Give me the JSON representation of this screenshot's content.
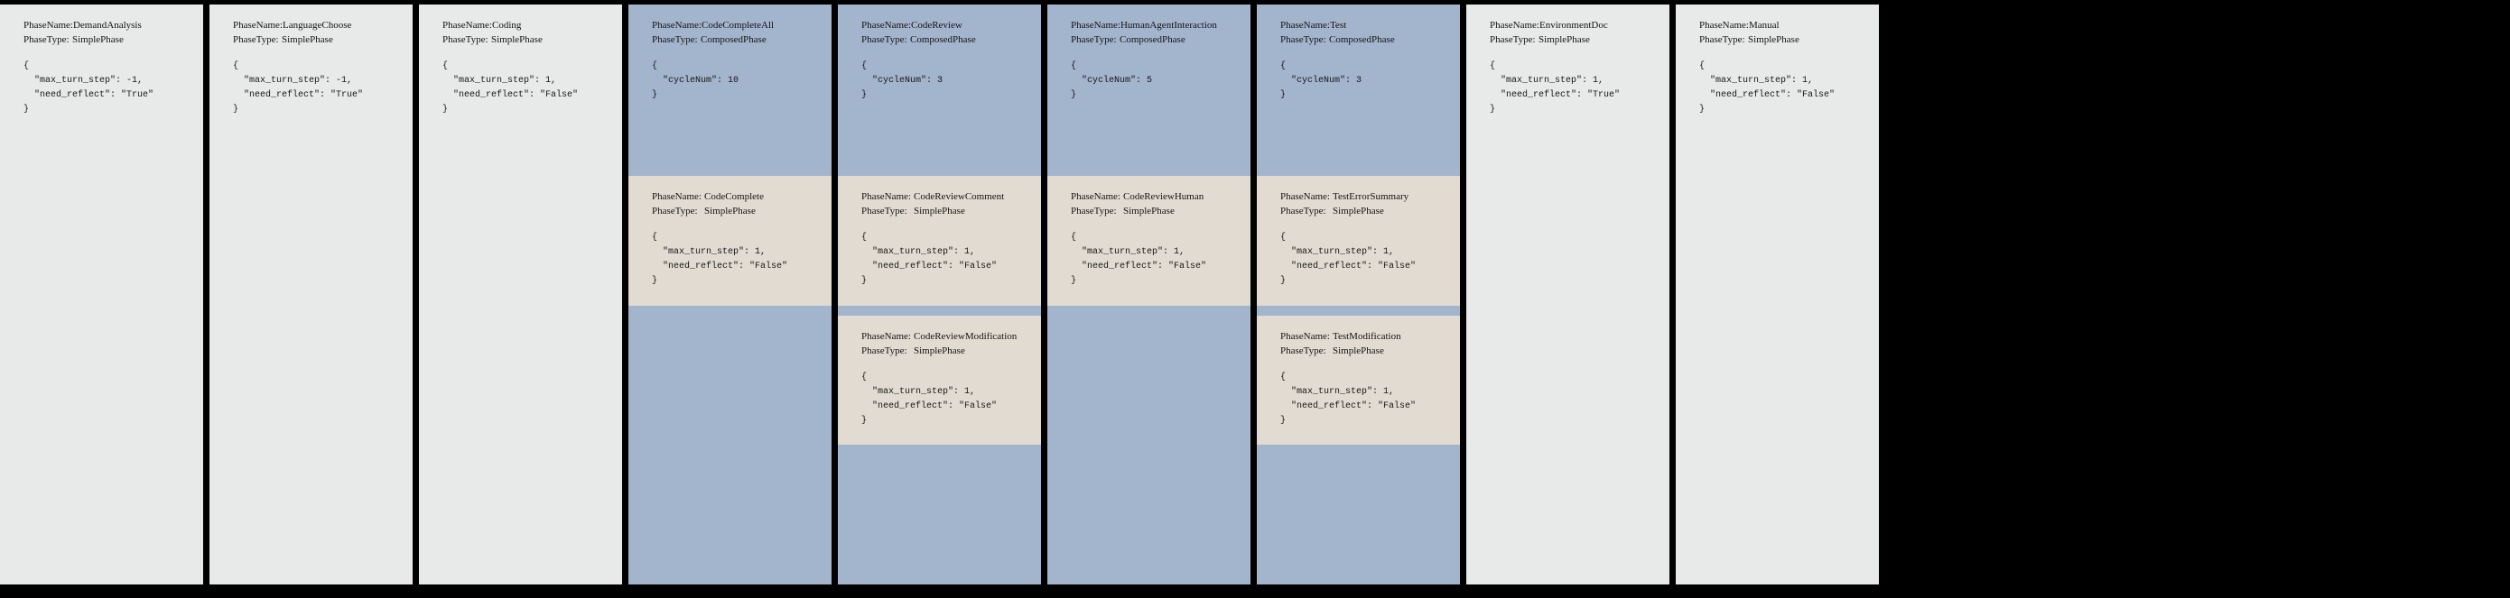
{
  "labels": {
    "phase_name": "PhaseName:",
    "phase_type": "PhaseType:"
  },
  "colors": {
    "background": "#000000",
    "simple_card": "#e7eae9",
    "composed_card": "#a3b4cd",
    "subphase_card": "#e2dbd1",
    "text": "#141414"
  },
  "cards": [
    {
      "name": "DemandAnalysis",
      "type": "SimplePhase",
      "style": "simple",
      "config": "{\n  \"max_turn_step\": -1,\n  \"need_reflect\": \"True\"\n}",
      "subphases": []
    },
    {
      "name": "LanguageChoose",
      "type": "SimplePhase",
      "style": "simple",
      "config": "{\n  \"max_turn_step\": -1,\n  \"need_reflect\": \"True\"\n}",
      "subphases": []
    },
    {
      "name": "Coding",
      "type": "SimplePhase",
      "style": "simple",
      "config": "{\n  \"max_turn_step\": 1,\n  \"need_reflect\": \"False\"\n}",
      "subphases": []
    },
    {
      "name": "CodeCompleteAll",
      "type": "ComposedPhase",
      "style": "composed",
      "config": "{\n  \"cycleNum\": 10\n}",
      "subphases": [
        {
          "name": "CodeComplete",
          "type": "SimplePhase",
          "config": "{\n  \"max_turn_step\": 1,\n  \"need_reflect\": \"False\"\n}"
        }
      ]
    },
    {
      "name": "CodeReview",
      "type": "ComposedPhase",
      "style": "composed",
      "config": "{\n  \"cycleNum\": 3\n}",
      "subphases": [
        {
          "name": "CodeReviewComment",
          "type": "SimplePhase",
          "config": "{\n  \"max_turn_step\": 1,\n  \"need_reflect\": \"False\"\n}"
        },
        {
          "name": "CodeReviewModification",
          "type": "SimplePhase",
          "config": "{\n  \"max_turn_step\": 1,\n  \"need_reflect\": \"False\"\n}"
        }
      ]
    },
    {
      "name": "HumanAgentInteraction",
      "type": "ComposedPhase",
      "style": "composed",
      "config": "{\n  \"cycleNum\": 5\n}",
      "subphases": [
        {
          "name": "CodeReviewHuman",
          "type": "SimplePhase",
          "config": "{\n  \"max_turn_step\": 1,\n  \"need_reflect\": \"False\"\n}"
        }
      ]
    },
    {
      "name": "Test",
      "type": "ComposedPhase",
      "style": "composed",
      "config": "{\n  \"cycleNum\": 3\n}",
      "subphases": [
        {
          "name": "TestErrorSummary",
          "type": "SimplePhase",
          "config": "{\n  \"max_turn_step\": 1,\n  \"need_reflect\": \"False\"\n}"
        },
        {
          "name": "TestModification",
          "type": "SimplePhase",
          "config": "{\n  \"max_turn_step\": 1,\n  \"need_reflect\": \"False\"\n}"
        }
      ]
    },
    {
      "name": "EnvironmentDoc",
      "type": "SimplePhase",
      "style": "simple",
      "config": "{\n  \"max_turn_step\": 1,\n  \"need_reflect\": \"True\"\n}",
      "subphases": []
    },
    {
      "name": "Manual",
      "type": "SimplePhase",
      "style": "simple",
      "config": "{\n  \"max_turn_step\": 1,\n  \"need_reflect\": \"False\"\n}",
      "subphases": []
    }
  ]
}
